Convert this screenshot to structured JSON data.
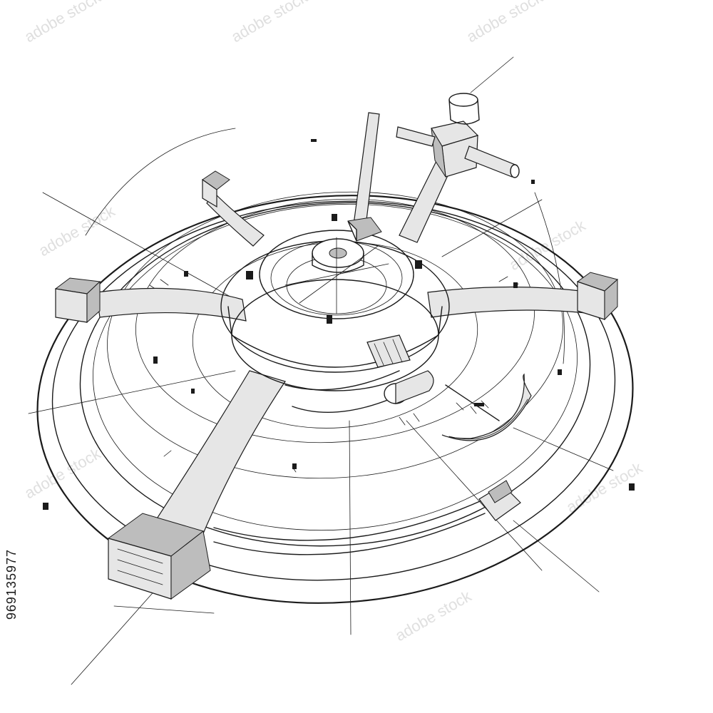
{
  "image": {
    "subject": "dial-mechanism-sketch",
    "stock_id": "969135977",
    "watermark_text": "adobe stock"
  }
}
